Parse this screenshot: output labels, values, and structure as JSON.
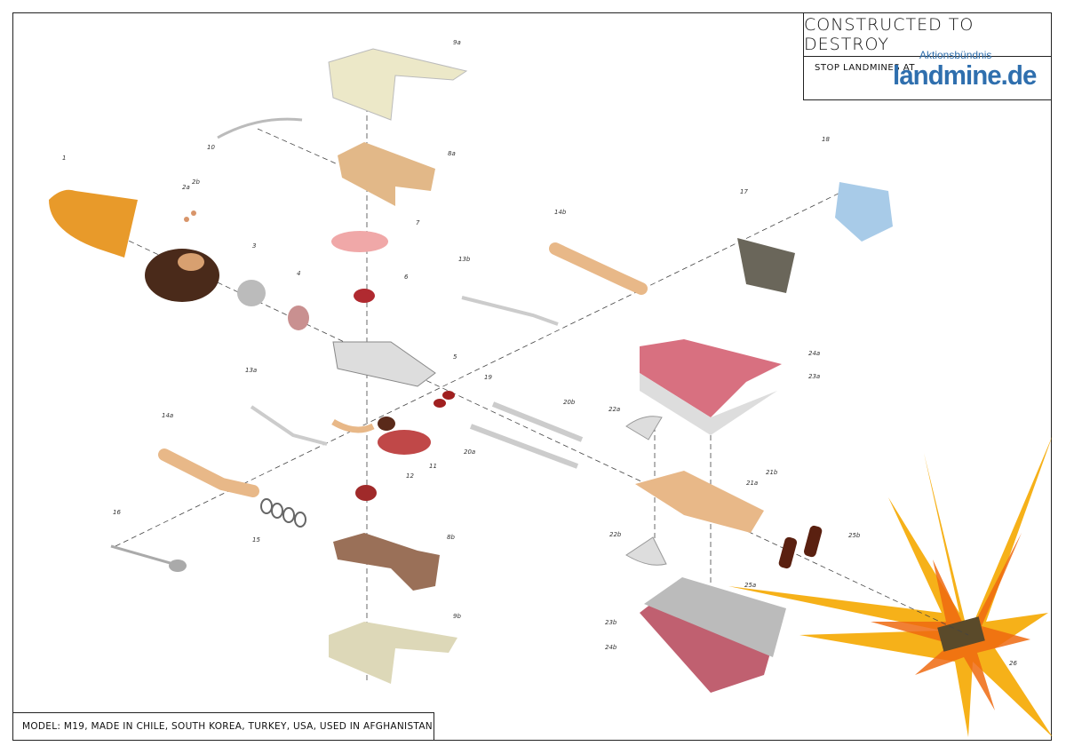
{
  "title": "CONSTRUCTED TO DESTROY",
  "subtitle": "STOP LANDMINES AT",
  "logo": {
    "small": "Aktionsbündnis",
    "main": "landmine.de"
  },
  "model": "MODEL: M19, MADE IN CHILE, SOUTH KOREA, TURKEY, USA, USED IN AFGHANISTAN",
  "part_labels": {
    "p1": "1",
    "p2a": "2a",
    "p2b": "2b",
    "p3": "3",
    "p4": "4",
    "p5": "5",
    "p6": "6",
    "p7": "7",
    "p8a": "8a",
    "p8b": "8b",
    "p9a": "9a",
    "p9b": "9b",
    "p10": "10",
    "p11": "11",
    "p12": "12",
    "p13a": "13a",
    "p13b": "13b",
    "p14a": "14a",
    "p14b": "14b",
    "p15": "15",
    "p16": "16",
    "p17": "17",
    "p18": "18",
    "p19": "19",
    "p20a": "20a",
    "p20b": "20b",
    "p21a": "21a",
    "p21b": "21b",
    "p22a": "22a",
    "p22b": "22b",
    "p23a": "23a",
    "p23b": "23b",
    "p24a": "24a",
    "p24b": "24b",
    "p25a": "25a",
    "p25b": "25b",
    "p26": "26"
  },
  "colors": {
    "skin": "#e8b888",
    "shirt": "#ece8c8",
    "organ": "#9a2a2a",
    "logo": "#2f6fae",
    "explosion": "#f5a800"
  }
}
